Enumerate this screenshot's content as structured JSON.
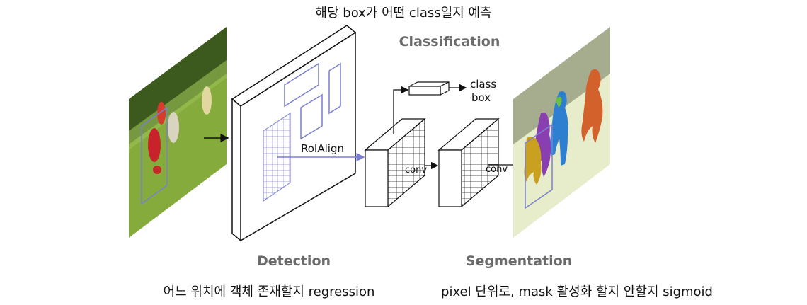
{
  "top_caption": "해당 box가 어떤 class일지 예측",
  "classification_title": "Classification",
  "detection_title": "Detection",
  "segmentation_title": "Segmentation",
  "detection_desc": "어느 위치에 객체 존재할지 regression",
  "segmentation_desc": "pixel 단위로, mask 활성화 할지 안할지 sigmoid",
  "roialign_label": "RoIAlign",
  "conv_label_1": "conv",
  "conv_label_2": "conv",
  "class_label": "class",
  "box_label": "box",
  "colors": {
    "title_gray": "#6b6b6b",
    "roi_purple": "#7b7fd0",
    "field_green": "#8bb03a",
    "seg_blue": "#2f7fd0",
    "seg_orange": "#d2612c",
    "seg_purple": "#8a3fb0",
    "seg_yellow": "#c9a020",
    "seg_green": "#6cc040"
  }
}
